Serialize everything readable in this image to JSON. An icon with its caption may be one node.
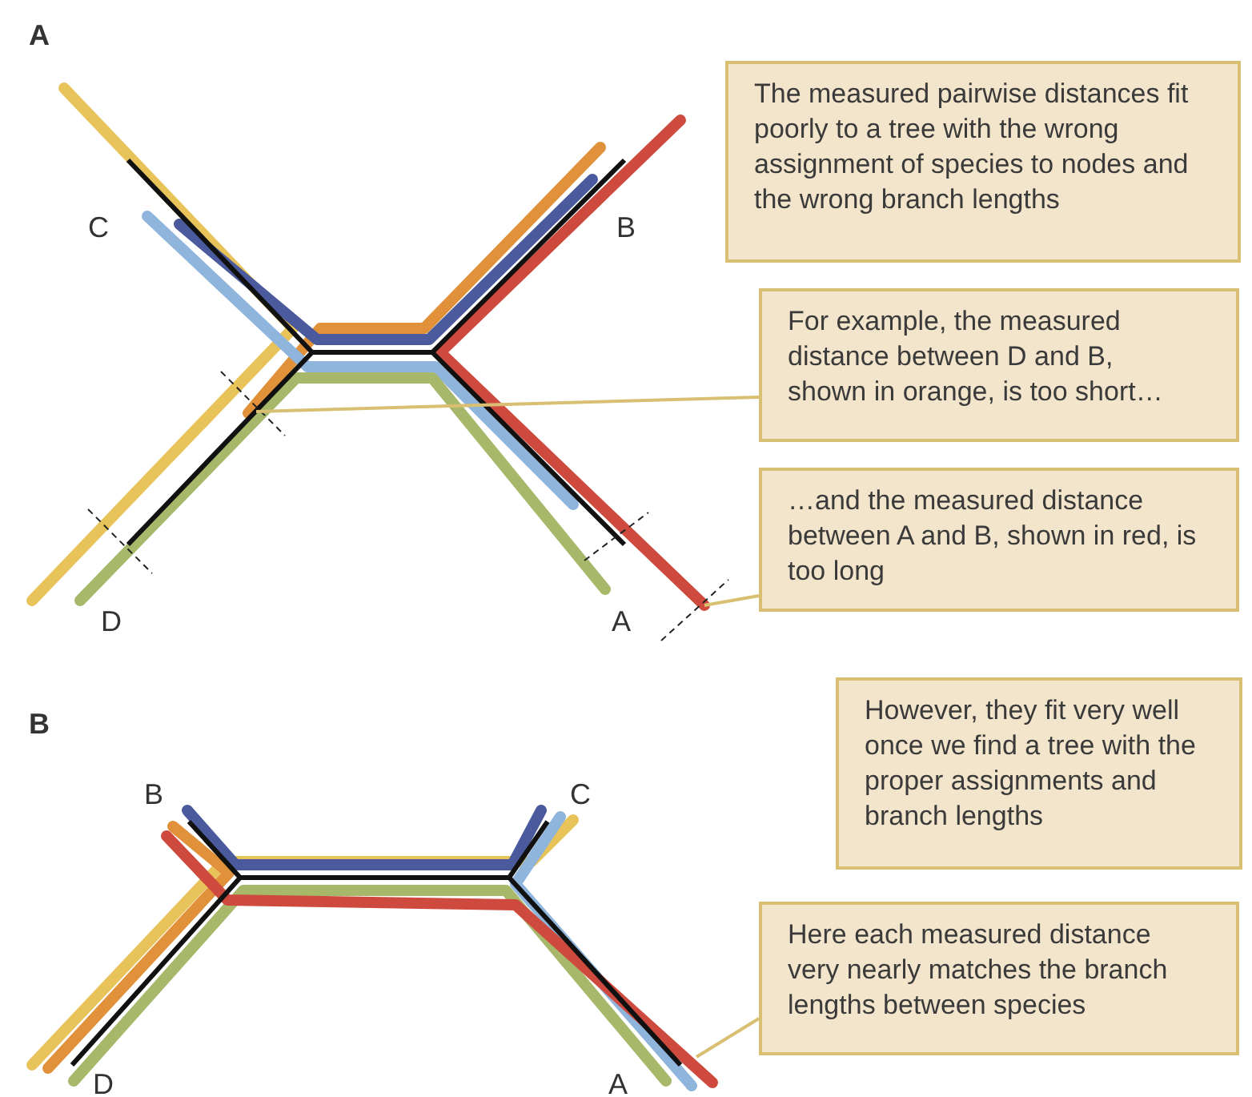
{
  "diagram": {
    "nodes": [
      {
        "text": [
          "The measured pairwise distances fit poorly to a tree with the wrong assignment of species to nodes and the wrong branch lengths"
        ]
      },
      {
        "text": [
          "For example, the measured distance between D and B, shown in orange, is too short…"
        ]
      },
      {
        "text": [
          "…and the measured distance between A and B, shown in red, is too long"
        ]
      },
      {
        "text": [
          "However, they fit very well once we find a tree with the proper assignments and branch lengths"
        ]
      },
      {
        "text": [
          "Here each measured distance very nearly matches the branch lengths between species"
        ]
      }
    ],
    "edges": [
      {
        "from": 1,
        "to": null,
        "arrow": "none"
      },
      {
        "from": 2,
        "to": null,
        "arrow": "none"
      },
      {
        "from": 4,
        "to": null,
        "arrow": "none"
      }
    ],
    "labels": [
      "A",
      "C",
      "B",
      "D",
      "A",
      "B",
      "B",
      "C",
      "D",
      "A"
    ]
  }
}
